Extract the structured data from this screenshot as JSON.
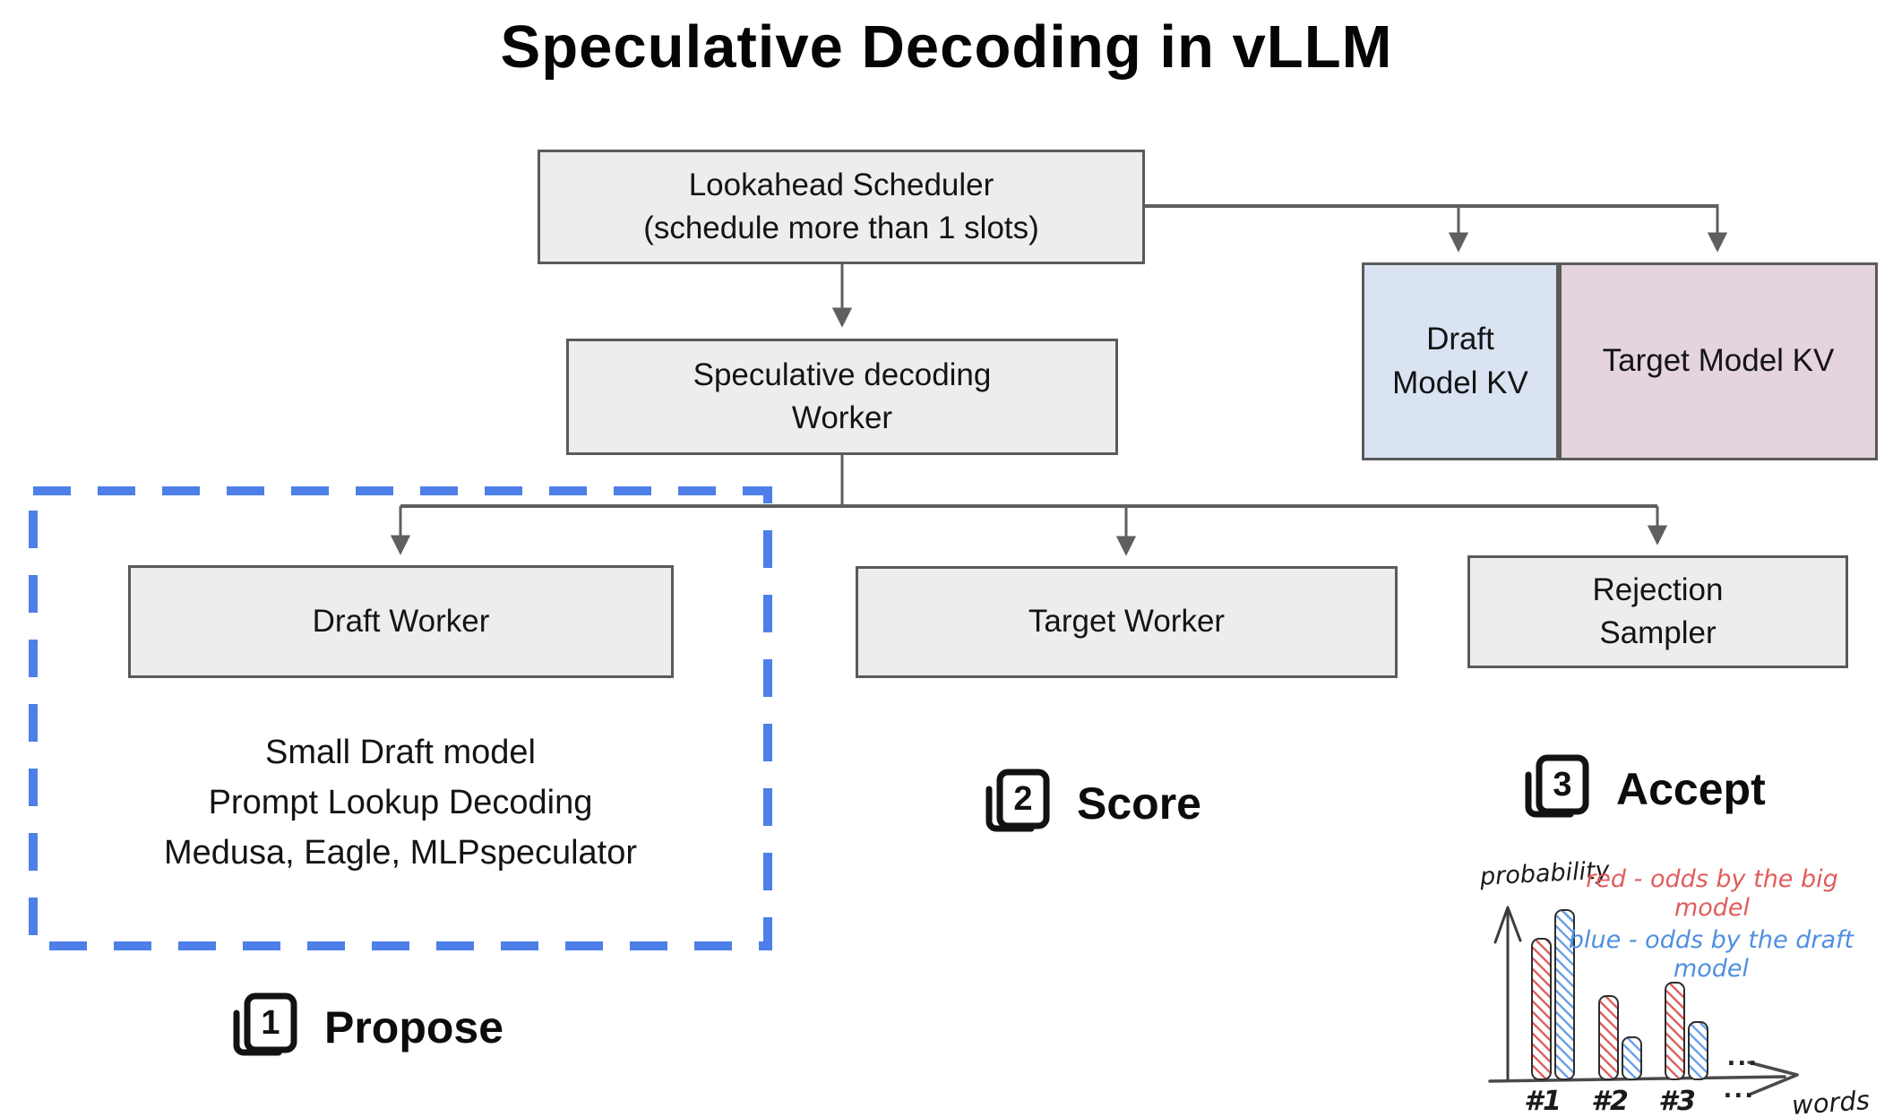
{
  "title": "Speculative Decoding in vLLM",
  "nodes": {
    "lookahead_scheduler": {
      "line1": "Lookahead Scheduler",
      "line2": "(schedule more than 1 slots)"
    },
    "spec_worker": {
      "line1": "Speculative decoding",
      "line2": "Worker"
    },
    "draft_model_kv": {
      "label": "Draft Model KV"
    },
    "target_model_kv": {
      "label": "Target Model KV"
    },
    "draft_worker": {
      "label": "Draft Worker"
    },
    "target_worker": {
      "label": "Target Worker"
    },
    "rejection_sampler": {
      "line1": "Rejection",
      "line2": "Sampler"
    }
  },
  "draft_worker_methods": {
    "line1": "Small Draft model",
    "line2": "Prompt Lookup Decoding",
    "line3": "Medusa, Eagle, MLPspeculator"
  },
  "steps": {
    "propose": {
      "num": "1",
      "label": "Propose"
    },
    "score": {
      "num": "2",
      "label": "Score"
    },
    "accept": {
      "num": "3",
      "label": "Accept"
    }
  },
  "colors": {
    "box_fill": "#ededed",
    "box_border": "#5a5a5a",
    "draft_kv_fill": "#d9e3f2",
    "target_kv_fill": "#e4d4de",
    "dashed_outline_blue": "#4e7fe8",
    "connector_gray": "#5f5f5f",
    "chart_red": "#e05d5d",
    "chart_blue": "#4f8fe0"
  },
  "chart_data": {
    "type": "bar",
    "categories": [
      "#1",
      "#2",
      "#3"
    ],
    "series": [
      {
        "key": "red",
        "name": "odds by the big model",
        "color": "#e06262",
        "values": [
          0.75,
          0.45,
          0.52
        ]
      },
      {
        "key": "blue",
        "name": "odds by the draft model",
        "color": "#6ba3e8",
        "values": [
          0.9,
          0.23,
          0.31
        ]
      }
    ],
    "xlabel": "words",
    "ylabel": "probability",
    "ylim": [
      0,
      1
    ],
    "grid": false,
    "legend_position": "top-right annotations",
    "annotations": [
      {
        "text": "red - odds by the big model",
        "color": "#e05d5d"
      },
      {
        "text": "blue - odds by the draft model",
        "color": "#4f8fe0"
      }
    ],
    "ellipsis_above_axis": "...",
    "ellipsis_below_axis": "...",
    "style": "hand-drawn hatched bars"
  }
}
